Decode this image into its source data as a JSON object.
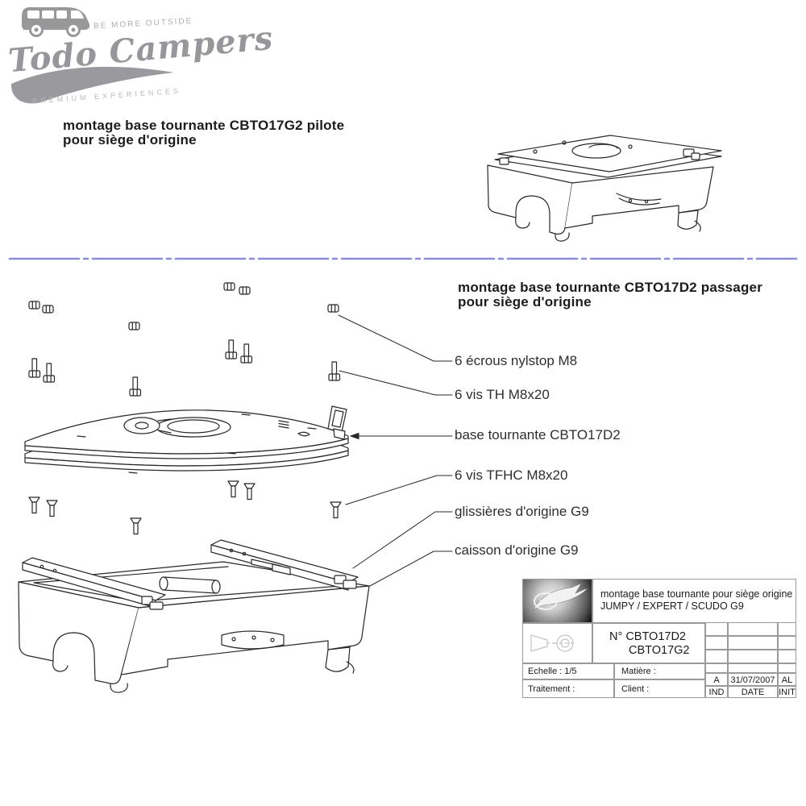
{
  "brand": {
    "name": "Todo Campers",
    "tagline": "BE MORE OUTSIDE",
    "subtitle": "PREMIUM EXPERIENCES"
  },
  "sections": {
    "pilot": {
      "title_line1": "montage base tournante CBTO17G2 pilote",
      "title_line2": "pour siège d'origine"
    },
    "passenger": {
      "title_line1": "montage base tournante CBTO17D2 passager",
      "title_line2": "pour siège d'origine"
    }
  },
  "callouts": [
    {
      "label": "6 écrous nylstop M8"
    },
    {
      "label": "6 vis TH M8x20"
    },
    {
      "label": "base tournante CBTO17D2"
    },
    {
      "label": "6 vis TFHC M8x20"
    },
    {
      "label": "glissières d'origine G9"
    },
    {
      "label": "caisson d'origine G9"
    }
  ],
  "title_block": {
    "description_line1": "montage base tournante pour siège origine",
    "description_line2": "JUMPY / EXPERT / SCUDO G9",
    "part_number_prefix": "N°",
    "part_number_1": "CBTO17D2",
    "part_number_2": "CBTO17G2",
    "scale": "Echelle : 1/5",
    "material": "Matière :",
    "treatment": "Traitement :",
    "client": "Client :",
    "revision_ind": "A",
    "revision_date": "31/07/2007",
    "revision_init": "AL",
    "header_ind": "IND",
    "header_date": "DATE",
    "header_init": "INIT"
  },
  "icons": {
    "van": "van-icon",
    "swoosh": "swoosh-shape",
    "title_block_logo": "clip-brand-emblem",
    "projection": "first-angle-projection-icon"
  },
  "colors": {
    "divider": "#8b8bdc",
    "line_art": "#282828",
    "logo_gray": "#98989a",
    "table_border": "#9a9a9a"
  }
}
